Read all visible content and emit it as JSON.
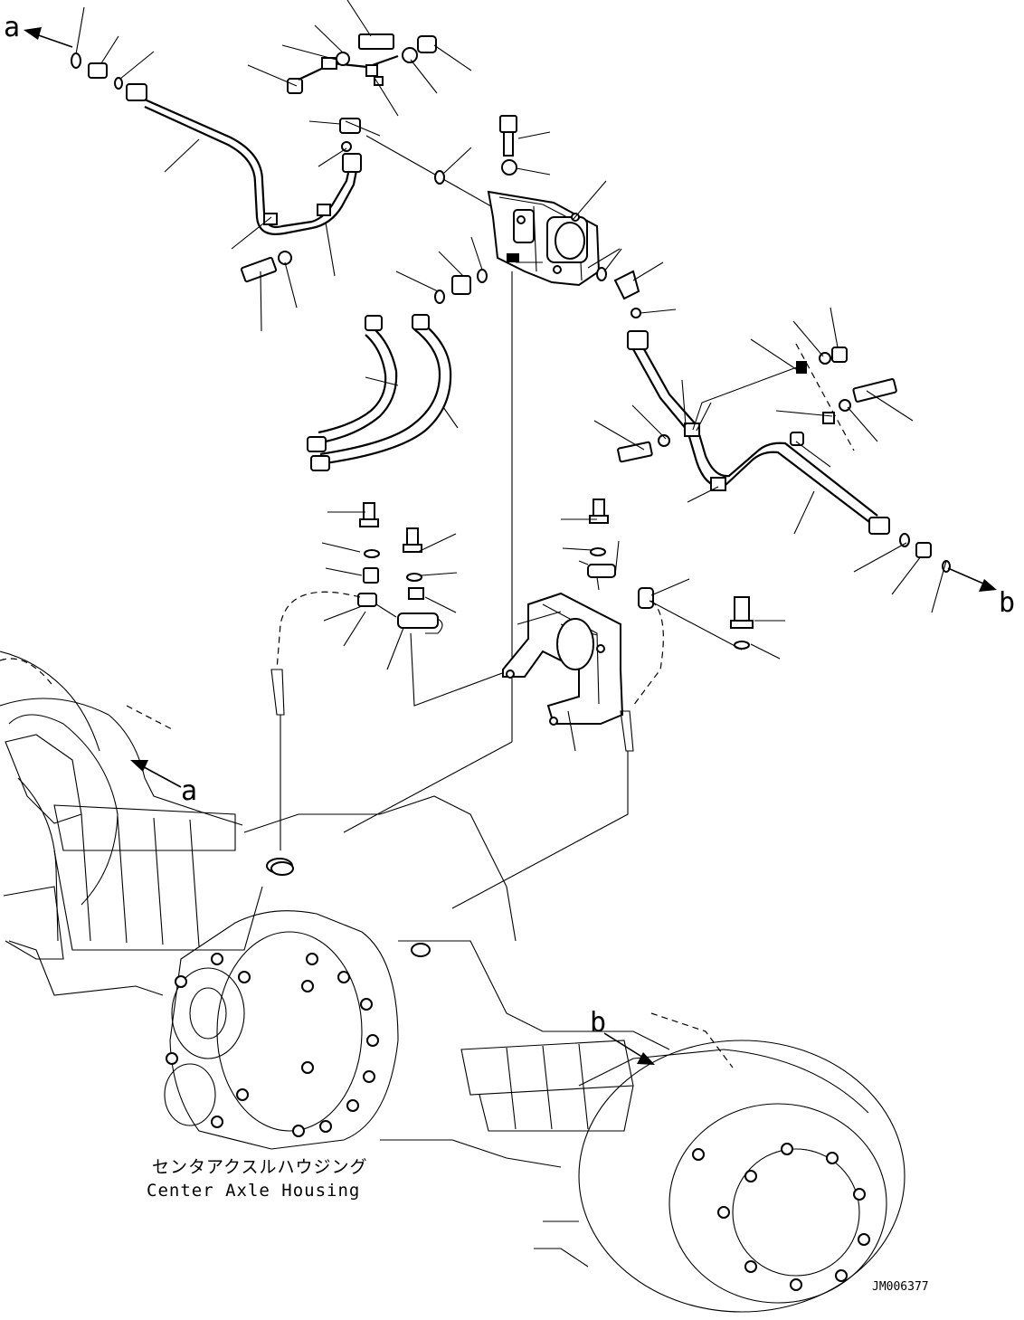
{
  "diagram": {
    "references": {
      "a_top": "a",
      "b_right": "b",
      "a_axle": "a",
      "b_axle": "b"
    },
    "caption": {
      "japanese": "センタアクスルハウジング",
      "english": "Center Axle Housing"
    },
    "drawing_code": "JM006377"
  }
}
